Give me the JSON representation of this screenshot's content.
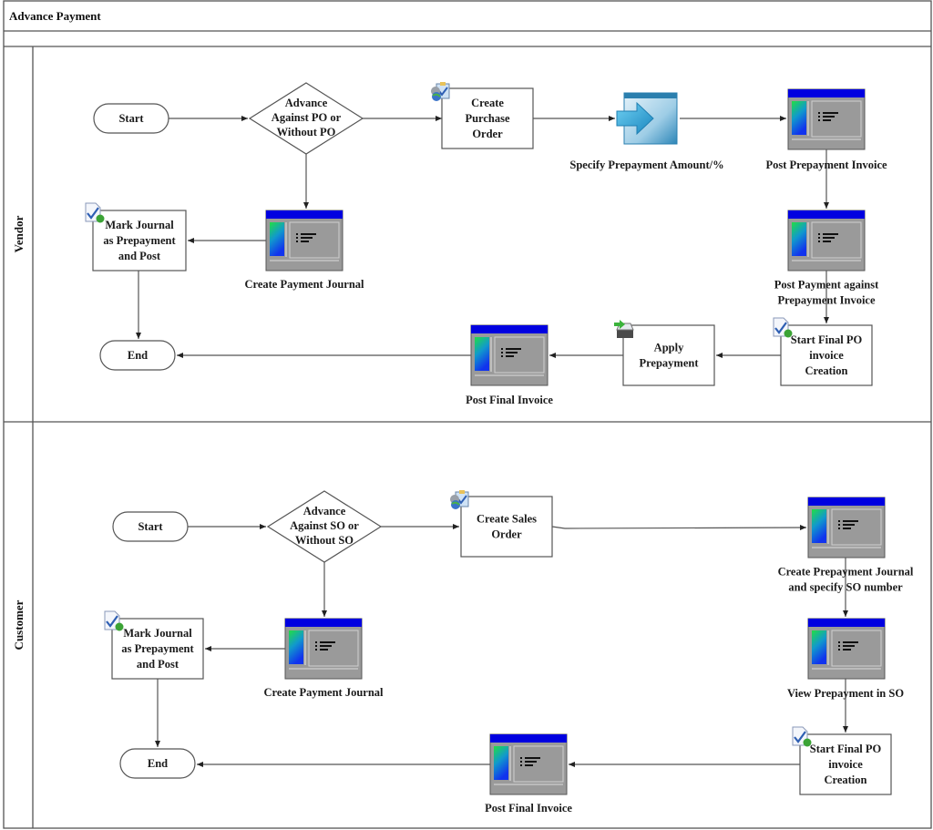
{
  "diagram": {
    "title": "Advance Payment",
    "colors": {
      "line": "#555555",
      "window_titlebar": "#0000e0",
      "window_body": "#9a9a9a",
      "panel_gradient_top": "#22dd44",
      "panel_gradient_bottom": "#1133ee",
      "arrow_icon": "#3aa9d6"
    },
    "lanes": [
      {
        "name": "Vendor",
        "nodes": {
          "start": {
            "type": "terminator",
            "label": [
              "Start"
            ]
          },
          "decision": {
            "type": "decision",
            "label": [
              "Advance",
              "Against PO or",
              "Without PO"
            ]
          },
          "create_order": {
            "type": "process",
            "icon": "purchase-order-icon",
            "label": [
              "Create",
              "Purchase",
              "Order"
            ]
          },
          "specify_amount": {
            "type": "form",
            "icon": "arrow-form-icon",
            "label": [
              "Specify Prepayment Amount/%"
            ]
          },
          "post_prepayment_invoice": {
            "type": "screen",
            "icon": "window-icon",
            "label": [
              "Post Prepayment Invoice"
            ]
          },
          "post_payment": {
            "type": "screen",
            "icon": "window-icon",
            "label": [
              "Post Payment against",
              "Prepayment Invoice"
            ]
          },
          "start_final": {
            "type": "process",
            "icon": "document-check-icon",
            "label": [
              "Start Final PO",
              "invoice",
              "Creation"
            ]
          },
          "apply_prepayment": {
            "type": "process",
            "icon": "transfer-icon",
            "label": [
              "Apply",
              "Prepayment"
            ]
          },
          "post_final_invoice": {
            "type": "screen",
            "icon": "window-icon",
            "label": [
              "Post Final Invoice"
            ]
          },
          "end": {
            "type": "terminator",
            "label": [
              "End"
            ]
          },
          "create_payment_journal": {
            "type": "screen",
            "icon": "window-icon",
            "label": [
              "Create Payment Journal"
            ]
          },
          "mark_journal": {
            "type": "process",
            "icon": "document-check-icon",
            "label": [
              "Mark Journal",
              "as Prepayment",
              "and Post"
            ]
          }
        },
        "edges": [
          [
            "start",
            "decision"
          ],
          [
            "decision",
            "create_order"
          ],
          [
            "create_order",
            "specify_amount"
          ],
          [
            "specify_amount",
            "post_prepayment_invoice"
          ],
          [
            "post_prepayment_invoice",
            "post_payment"
          ],
          [
            "post_payment",
            "start_final"
          ],
          [
            "start_final",
            "apply_prepayment"
          ],
          [
            "apply_prepayment",
            "post_final_invoice"
          ],
          [
            "post_final_invoice",
            "end"
          ],
          [
            "decision",
            "create_payment_journal"
          ],
          [
            "create_payment_journal",
            "mark_journal"
          ],
          [
            "mark_journal",
            "end"
          ]
        ]
      },
      {
        "name": "Customer",
        "nodes": {
          "start": {
            "type": "terminator",
            "label": [
              "Start"
            ]
          },
          "decision": {
            "type": "decision",
            "label": [
              "Advance",
              "Against SO or",
              "Without SO"
            ]
          },
          "create_order": {
            "type": "process",
            "icon": "sales-order-icon",
            "label": [
              "Create Sales",
              "Order"
            ]
          },
          "create_prepayment_journal": {
            "type": "screen",
            "icon": "window-icon",
            "label": [
              "Create Prepayment Journal",
              "and specify SO number"
            ]
          },
          "view_prepayment": {
            "type": "screen",
            "icon": "window-icon",
            "label": [
              "View Prepayment in SO"
            ]
          },
          "start_final": {
            "type": "process",
            "icon": "document-check-icon",
            "label": [
              "Start Final PO",
              "invoice",
              "Creation"
            ]
          },
          "post_final_invoice": {
            "type": "screen",
            "icon": "window-icon",
            "label": [
              "Post Final Invoice"
            ]
          },
          "end": {
            "type": "terminator",
            "label": [
              "End"
            ]
          },
          "create_payment_journal": {
            "type": "screen",
            "icon": "window-icon",
            "label": [
              "Create Payment Journal"
            ]
          },
          "mark_journal": {
            "type": "process",
            "icon": "document-check-icon",
            "label": [
              "Mark Journal",
              "as Prepayment",
              "and Post"
            ]
          }
        },
        "edges": [
          [
            "start",
            "decision"
          ],
          [
            "decision",
            "create_order"
          ],
          [
            "create_order",
            "create_prepayment_journal"
          ],
          [
            "create_prepayment_journal",
            "view_prepayment"
          ],
          [
            "view_prepayment",
            "start_final"
          ],
          [
            "start_final",
            "post_final_invoice"
          ],
          [
            "post_final_invoice",
            "end"
          ],
          [
            "decision",
            "create_payment_journal"
          ],
          [
            "create_payment_journal",
            "mark_journal"
          ],
          [
            "mark_journal",
            "end"
          ]
        ]
      }
    ]
  }
}
